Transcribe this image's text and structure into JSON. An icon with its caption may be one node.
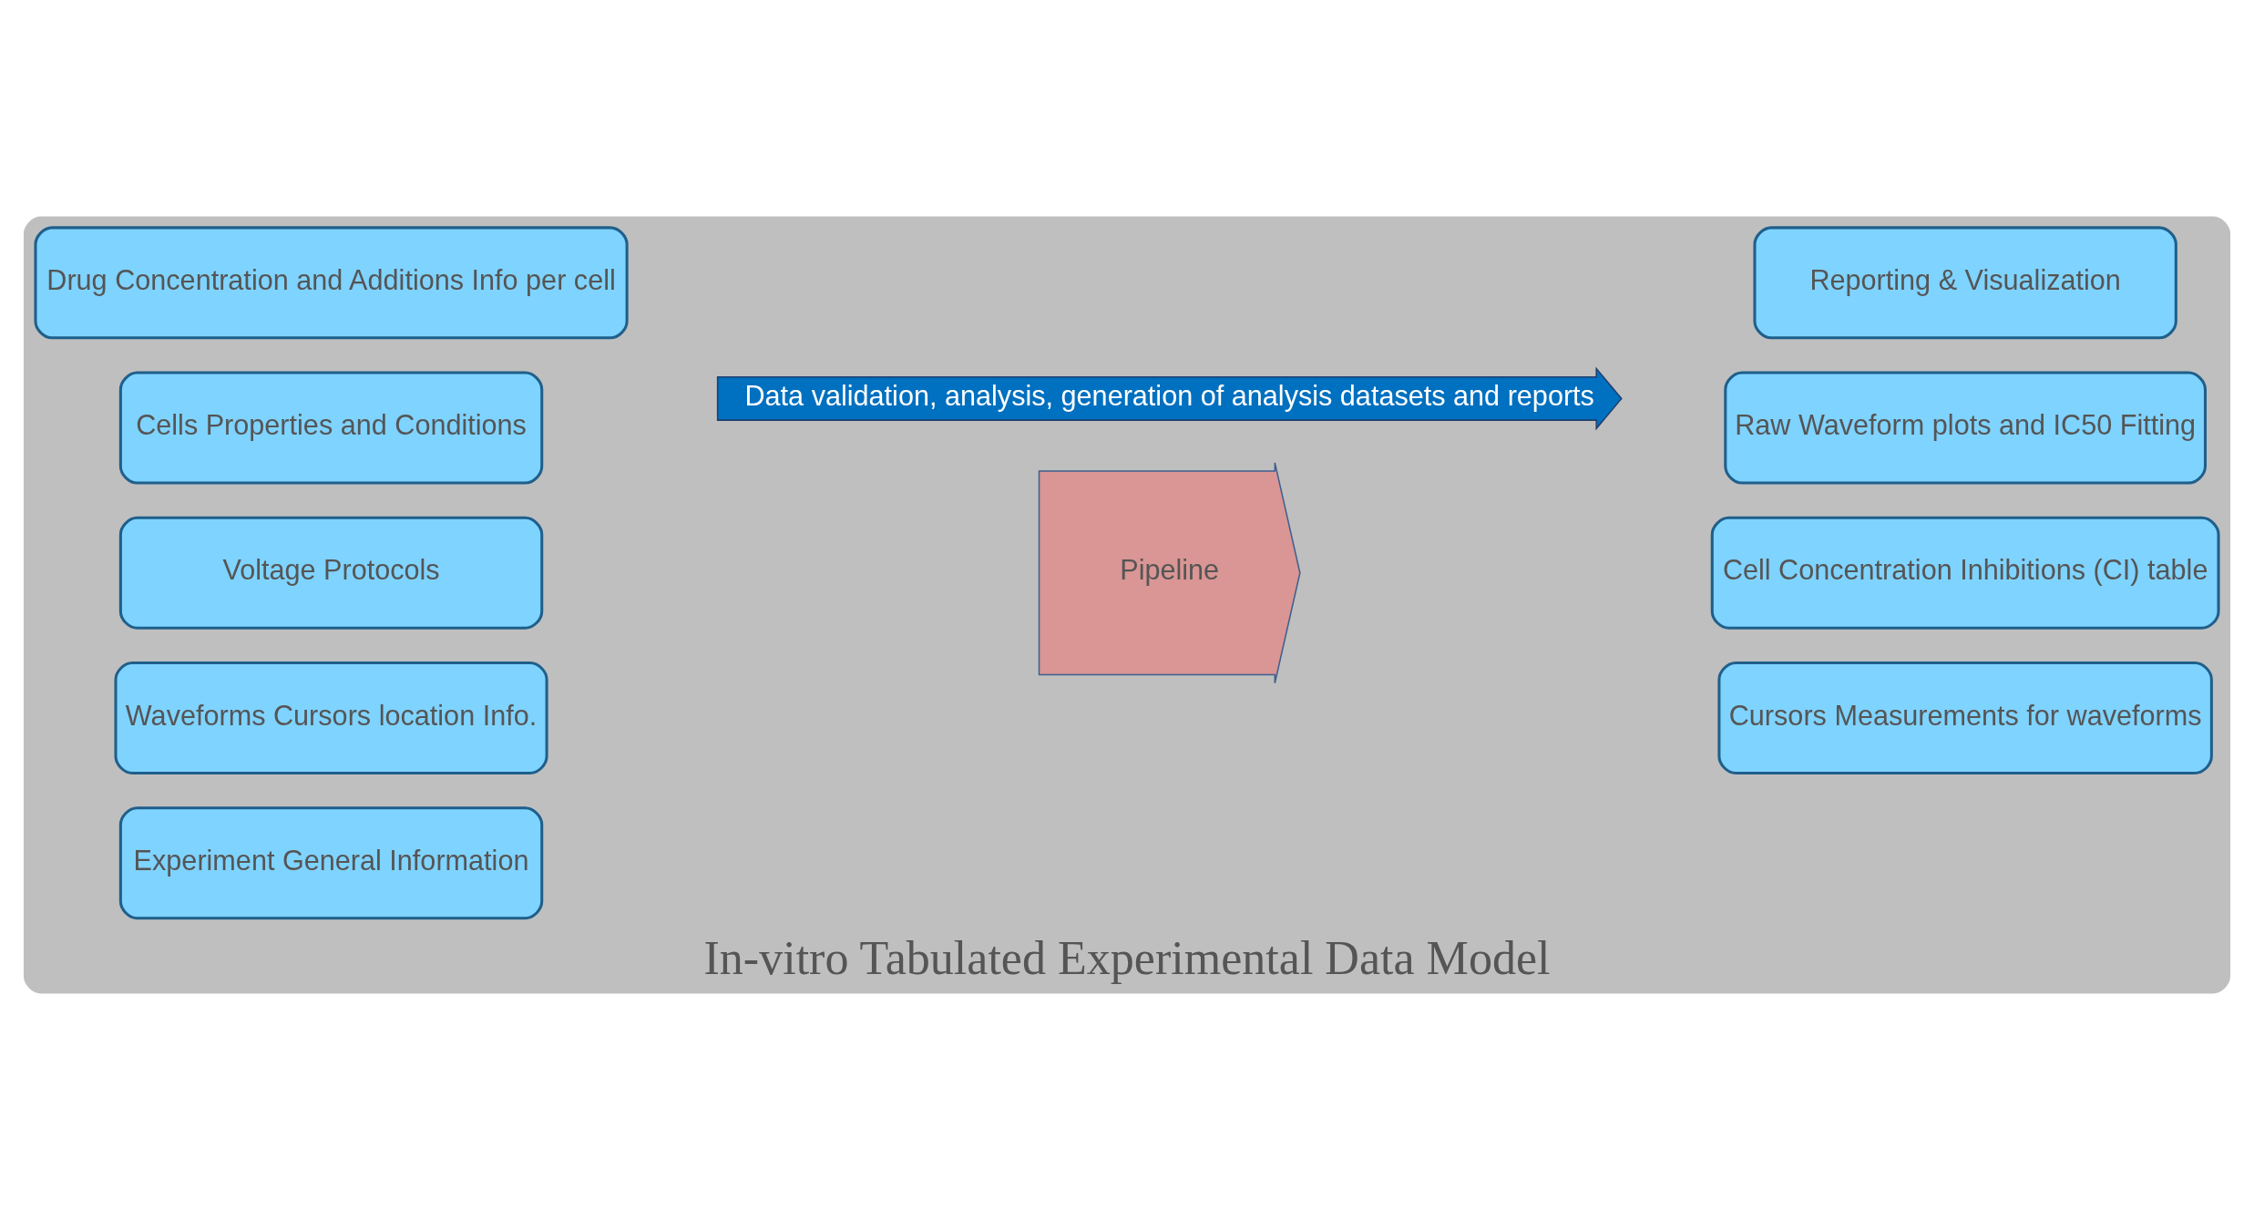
{
  "diagram": {
    "nodes": [
      {
        "text": [
          "In-vitro Tabulated Experimental Data Model"
        ]
      },
      {
        "text": [
          "Experiment General Information"
        ],
        "in": 0
      },
      {
        "text": [
          "Waveforms Cursors location Info."
        ],
        "in": 0
      },
      {
        "text": [
          "Voltage Protocols"
        ],
        "in": 0
      },
      {
        "text": [
          "Cells Properties and Conditions"
        ],
        "in": 0
      },
      {
        "text": [
          "Drug Concentration and Additions Info per cell"
        ],
        "in": 0
      },
      {
        "text": [
          "Pipeline"
        ],
        "in": 0
      },
      {
        "text": [
          "Cursors Measurements for waveforms"
        ],
        "in": 0
      },
      {
        "text": [
          "Cell Concentration Inhibitions (CI) table"
        ],
        "in": 0
      },
      {
        "text": [
          "Raw Waveform plots and IC50 Fitting"
        ],
        "in": 0
      },
      {
        "text": [
          "Reporting & Visualization"
        ],
        "in": 0
      },
      {
        "text": [
          "Data validation, analysis, generation of analysis datasets and reports"
        ],
        "in": 0
      }
    ]
  }
}
